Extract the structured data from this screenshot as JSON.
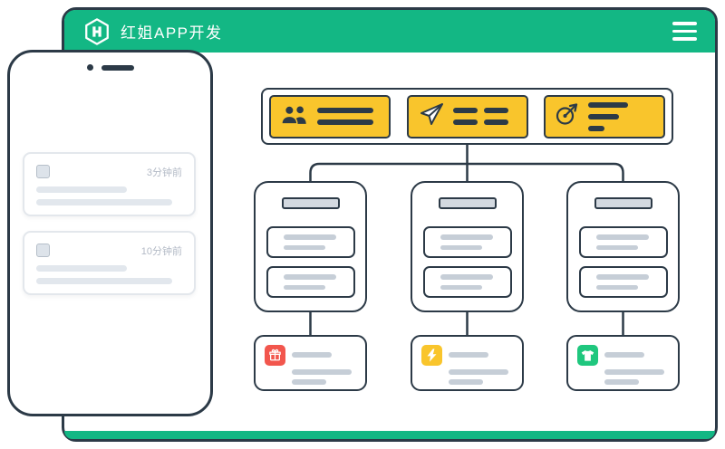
{
  "header": {
    "title": "红姐APP开发",
    "logo_icon": "hexagon-h-logo",
    "menu_icon": "hamburger-icon"
  },
  "phone": {
    "notifications": [
      {
        "icon": "app-icon-placeholder",
        "time": "3分钟前"
      },
      {
        "icon": "app-icon-placeholder",
        "time": "10分钟前"
      }
    ]
  },
  "flowchart": {
    "feature_cards": [
      {
        "icon": "users-icon",
        "color": "#f9c52c"
      },
      {
        "icon": "paper-plane-icon",
        "color": "#f9c52c"
      },
      {
        "icon": "target-arrow-icon",
        "color": "#f9c52c"
      }
    ],
    "module_card_count": 3,
    "detail_cards": [
      {
        "icon": "gift-icon",
        "icon_color": "#f2564d"
      },
      {
        "icon": "lightning-icon",
        "icon_color": "#f9c52c"
      },
      {
        "icon": "tshirt-icon",
        "icon_color": "#1fc77e"
      }
    ]
  },
  "colors": {
    "brand_green": "#13b784",
    "outline_dark": "#2c3a47",
    "accent_yellow": "#f9c52c",
    "placeholder_gray": "#c6ced7",
    "time_text_gray": "#b3bac6",
    "detail_red": "#f2564d",
    "detail_green": "#1fc77e"
  }
}
